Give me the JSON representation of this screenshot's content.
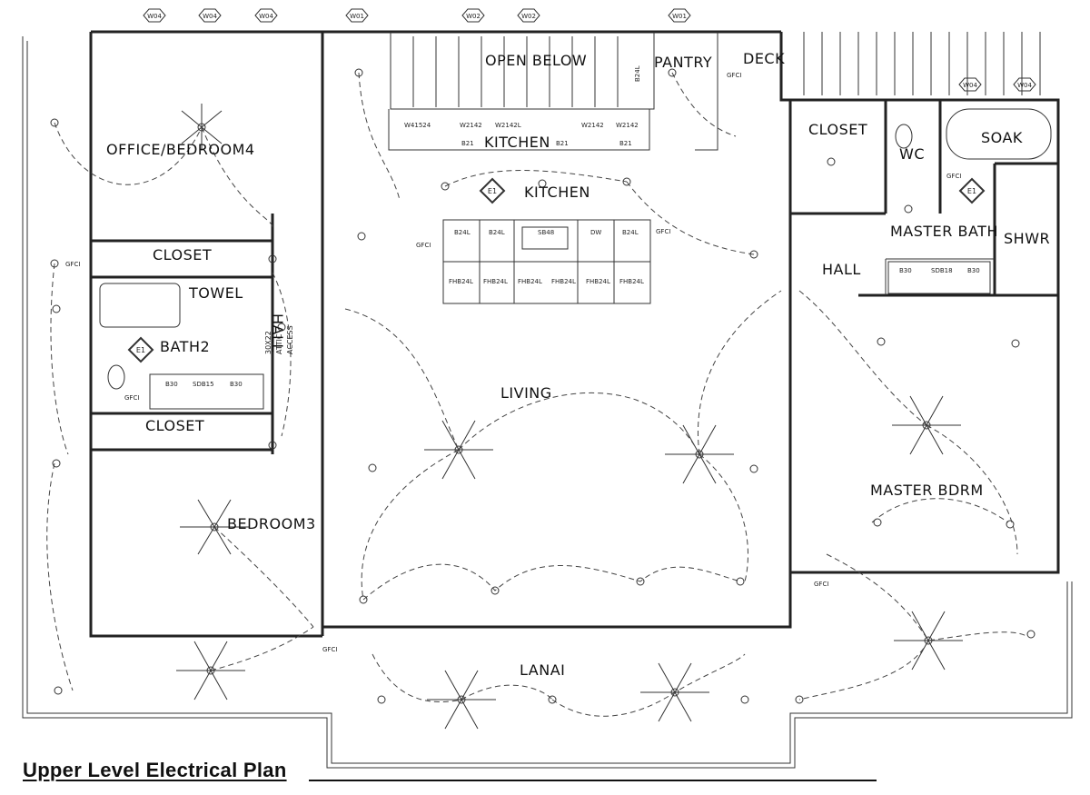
{
  "title": "Upper Level Electrical Plan",
  "rooms": {
    "office": "OFFICE/BEDROOM4",
    "closet_top": "CLOSET",
    "towel": "TOWEL",
    "bath2": "BATH2",
    "hall_vertical": "HALL",
    "closet_mid": "CLOSET",
    "bedroom3": "BEDROOM3",
    "open_below": "OPEN BELOW",
    "kitchen_counter": "KITCHEN",
    "kitchen": "KITCHEN",
    "pantry": "PANTRY",
    "deck": "DECK",
    "closet_master": "CLOSET",
    "wc": "WC",
    "soak": "SOAK",
    "master_bath": "MASTER BATH",
    "shwr": "SHWR",
    "hall_master": "HALL",
    "living": "LIVING",
    "master_bdrm": "MASTER BDRM",
    "lanai": "LANAI"
  },
  "notes": {
    "attic_access_1": "30X22",
    "attic_access_2": "ATTIC",
    "attic_access_3": "ACCESS",
    "e1_symbol": "E1",
    "gfci": "GFCI",
    "receptacle": "R"
  },
  "window_tags": [
    "W04",
    "W04",
    "W04",
    "W01",
    "W02",
    "W02",
    "W01",
    "W04",
    "W04"
  ],
  "cabinet_tags": {
    "upper": [
      "W41524",
      "W2142",
      "W2142L",
      "W2142",
      "W2142",
      "B24L"
    ],
    "base": [
      "B21",
      "B21",
      "B21"
    ],
    "island_top": [
      "B24L",
      "B24L",
      "SB48",
      "DW",
      "B24L"
    ],
    "island_bottom": [
      "FHB24L",
      "FHB24L",
      "FHB24L",
      "FHB24L",
      "FHB24L",
      "FHB24L"
    ],
    "bath": [
      "B30",
      "SDB15",
      "B30",
      "B30",
      "SDB18",
      "B30"
    ]
  },
  "colors": {
    "line": "#222222",
    "background": "#ffffff"
  }
}
